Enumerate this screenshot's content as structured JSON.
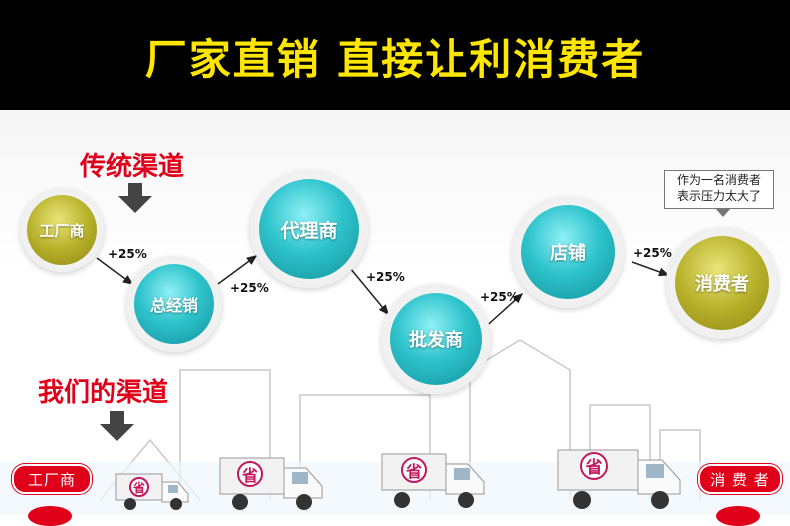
{
  "banner": {
    "title": "厂家直销 直接让利消费者"
  },
  "traditional": {
    "title": "传统渠道",
    "nodes": [
      {
        "label": "工厂商",
        "color": "olive"
      },
      {
        "label": "总经销",
        "color": "teal"
      },
      {
        "label": "代理商",
        "color": "teal"
      },
      {
        "label": "批发商",
        "color": "teal"
      },
      {
        "label": "店铺",
        "color": "teal"
      },
      {
        "label": "消费者",
        "color": "olive"
      }
    ],
    "markups": [
      "+25%",
      "+25%",
      "+25%",
      "+25%",
      "+25%"
    ],
    "note_line1": "作为一名消费者",
    "note_line2": "表示压力太大了"
  },
  "ours": {
    "title": "我们的渠道",
    "left_tag": "工厂商",
    "right_tag": "消 费 者",
    "truck_badge": "省"
  },
  "colors": {
    "accent_red": "#e0001a",
    "banner_yellow": "#ffe600",
    "teal": "#2ec3cc",
    "olive": "#b8b12a"
  }
}
